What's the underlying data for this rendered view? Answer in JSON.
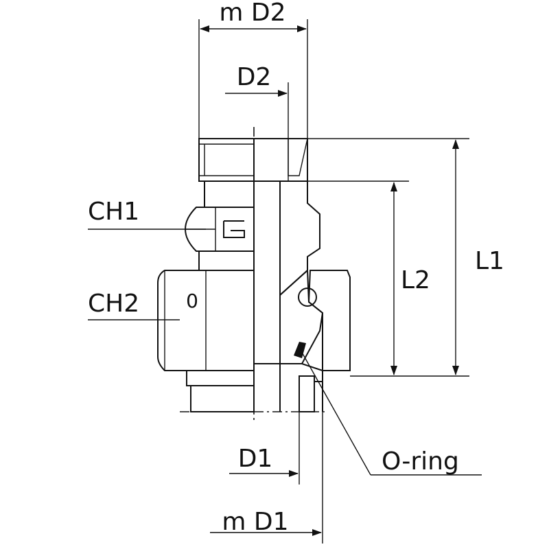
{
  "labels": {
    "m_d2": "m  D2",
    "d2": "D2",
    "ch1": "CH1",
    "ch2": "CH2",
    "l1": "L1",
    "l2": "L2",
    "d1": "D1",
    "m_d1": "m  D1",
    "o_ring": "O-ring"
  },
  "nut_mark": "0"
}
